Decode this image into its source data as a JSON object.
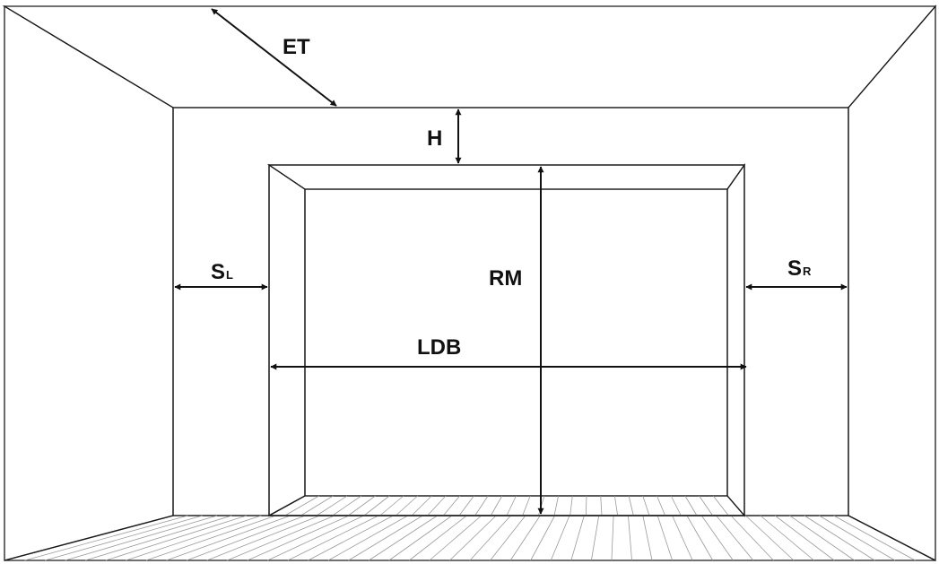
{
  "labels": {
    "et": "ET",
    "h": "H",
    "rm": "RM",
    "ldb": "LDB",
    "sl_main": "S",
    "sl_sub": "L",
    "sr_main": "S",
    "sr_sub": "R"
  },
  "colors": {
    "ceiling": "#ececec",
    "back_wall": "#dcdcdc",
    "side_wall": "#c4c4c4",
    "reveal": "#cacaca",
    "opening": "#ffffff",
    "floor": "#f3f3f3",
    "line": "#111111"
  }
}
